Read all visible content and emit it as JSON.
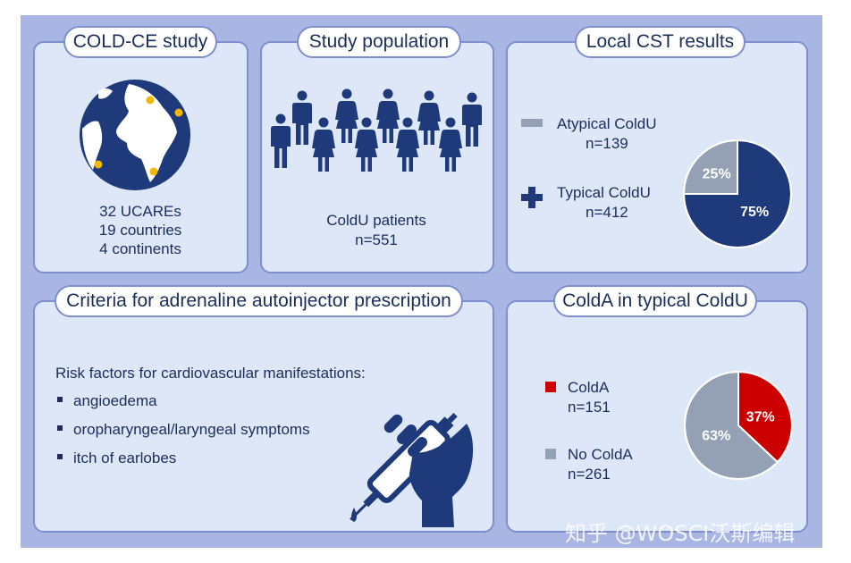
{
  "panels": {
    "study": {
      "title": "COLD-CE study",
      "lines": [
        "32 UCAREs",
        "19 countries",
        "4 continents"
      ]
    },
    "population": {
      "title": "Study population",
      "caption": "ColdU patients",
      "count": "n=551"
    },
    "cst": {
      "title": "Local CST results",
      "legend": [
        {
          "label": "Atypical ColdU",
          "n": "n=139",
          "color": "#94a0b3"
        },
        {
          "label": "Typical ColdU",
          "n": "n=412",
          "color": "#1f3a7a"
        }
      ]
    },
    "criteria": {
      "title": "Criteria for adrenaline autoinjector prescription",
      "heading": "Risk factors for cardiovascular manifestations:",
      "items": [
        "angioedema",
        "oropharyngeal/laryngeal symptoms",
        "itch of earlobes"
      ]
    },
    "colda": {
      "title": "ColdA in typical ColdU",
      "legend": [
        {
          "label": "ColdA",
          "n": "n=151",
          "color": "#cc0000"
        },
        {
          "label": "No ColdA",
          "n": "n=261",
          "color": "#94a0b3"
        }
      ]
    }
  },
  "watermark": "知乎 @WOSCI沃斯编辑",
  "chart_data": [
    {
      "type": "pie",
      "categories": [
        "Atypical ColdU",
        "Typical ColdU"
      ],
      "values": [
        25,
        75
      ],
      "labels": [
        "25%",
        "75%"
      ],
      "colors": [
        "#94a0b3",
        "#1f3a7a"
      ]
    },
    {
      "type": "pie",
      "categories": [
        "ColdA",
        "No ColdA"
      ],
      "values": [
        37,
        63
      ],
      "labels": [
        "37%",
        "63%"
      ],
      "colors": [
        "#cc0000",
        "#94a0b3"
      ]
    }
  ]
}
